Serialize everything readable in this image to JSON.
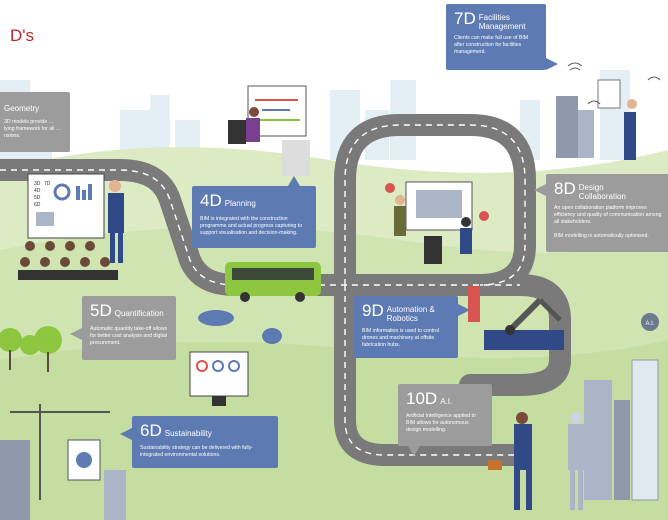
{
  "title_fragment": "D's",
  "colors": {
    "card_blue": "#5d7ab3",
    "card_grey": "#9c9c9c",
    "road": "#7d7d7d",
    "grass": "#c9e1a6",
    "bus": "#8dc63f",
    "title": "#c0262d"
  },
  "cards": {
    "geometry": {
      "title": "Geometry",
      "text": "3D models provide … lying framework for all … nsions."
    },
    "d4": {
      "num": "4D",
      "title": "Planning",
      "text": "BIM is integrated with the construction programme and actual progress capturing to support visualisation and decision-making."
    },
    "d5": {
      "num": "5D",
      "title": "Quantification",
      "text": "Automatic quantity take-off allows for better cost analysis and digital procurement."
    },
    "d6": {
      "num": "6D",
      "title": "Sustainability",
      "text": "Sustainability strategy can be delivered with fully-integrated environmental solutions."
    },
    "d7": {
      "num": "7D",
      "title": "Facilities Management",
      "text": "Clients can make full use of BIM after construction for facilities management."
    },
    "d8": {
      "num": "8D",
      "title": "Design Collaboration",
      "text": "An open collaboration platform improves efficiency and quality of communication among all stakeholders.",
      "text2": "BIM modelling is automatically optimised."
    },
    "d9": {
      "num": "9D",
      "title": "Automation & Robotics",
      "text": "BIM information is used to control drones and machinery at offsite fabrication hubs."
    },
    "d10": {
      "num": "10D",
      "title": "A.I.",
      "text": "Artificial Intelligence applied to BIM allows for autonomous design modelling."
    }
  },
  "screen_labels": [
    "3D",
    "4D",
    "5D",
    "6D",
    "7D"
  ],
  "ai_badge": "A.I."
}
